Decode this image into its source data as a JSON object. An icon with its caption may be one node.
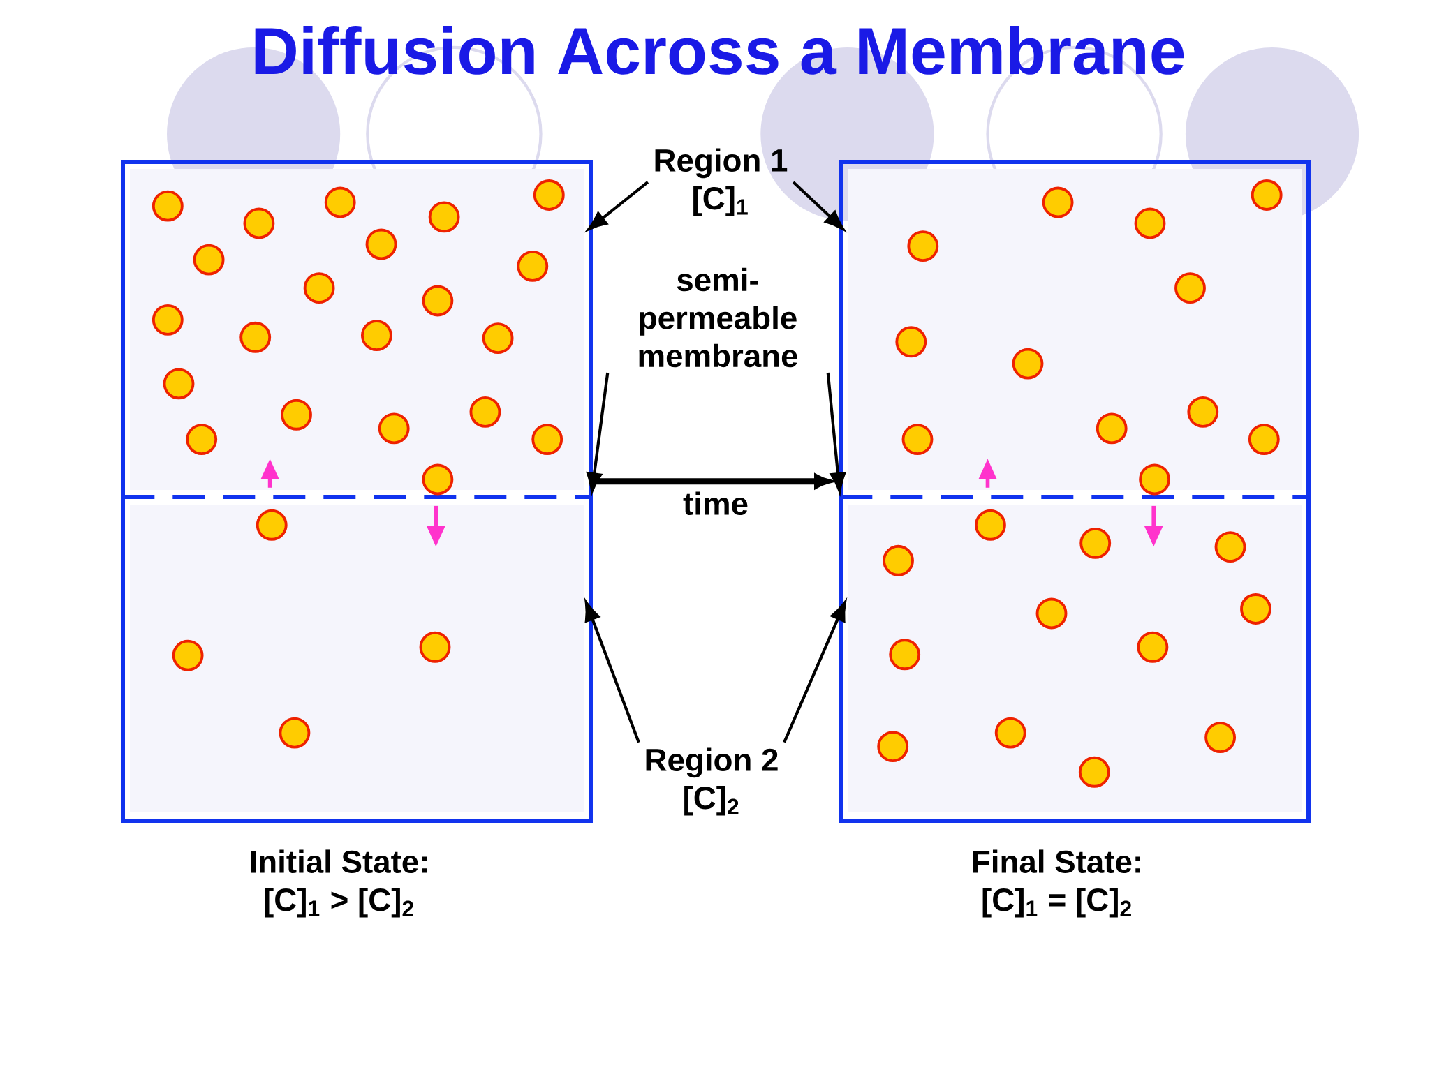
{
  "diagram": {
    "title": "Diffusion Across a Membrane",
    "nodes": [
      {
        "text": [],
        "shape": "box",
        "beside": [
          "Initial State:",
          "[C]$_{1}$ > [C]$_{2}$"
        ]
      },
      {
        "text": [],
        "shape": "box",
        "beside": [
          "Final State:",
          "[C]$_{1}$ = [C]$_{2}$"
        ]
      },
      {
        "text": [],
        "shape": "box",
        "in": 0
      },
      {
        "text": [],
        "shape": "line",
        "in": 0
      },
      {
        "text": [],
        "shape": "box",
        "in": 0
      },
      {
        "text": [],
        "shape": "box",
        "in": 1
      },
      {
        "text": [],
        "shape": "line",
        "in": 1
      },
      {
        "text": [],
        "shape": "box",
        "in": 1
      },
      {
        "text": [
          "Region 1",
          "[C]$_{1}$"
        ]
      },
      {
        "text": [
          "semi-permeable membrane"
        ]
      },
      {
        "text": [
          "Region 2",
          "[C]$_{2}$"
        ]
      }
    ],
    "edges": [
      {
        "from": 8,
        "to": 2,
        "arrow": "to"
      },
      {
        "from": 8,
        "to": 5,
        "arrow": "to"
      },
      {
        "from": 9,
        "to": 3,
        "arrow": "to"
      },
      {
        "from": 9,
        "to": 6,
        "arrow": "to"
      },
      {
        "from": 10,
        "to": 4,
        "arrow": "to"
      },
      {
        "from": 10,
        "to": 7,
        "arrow": "to"
      },
      {
        "from": 0,
        "to": 1,
        "arrow": "to",
        "label": "time",
        "style": "thick"
      }
    ]
  }
}
